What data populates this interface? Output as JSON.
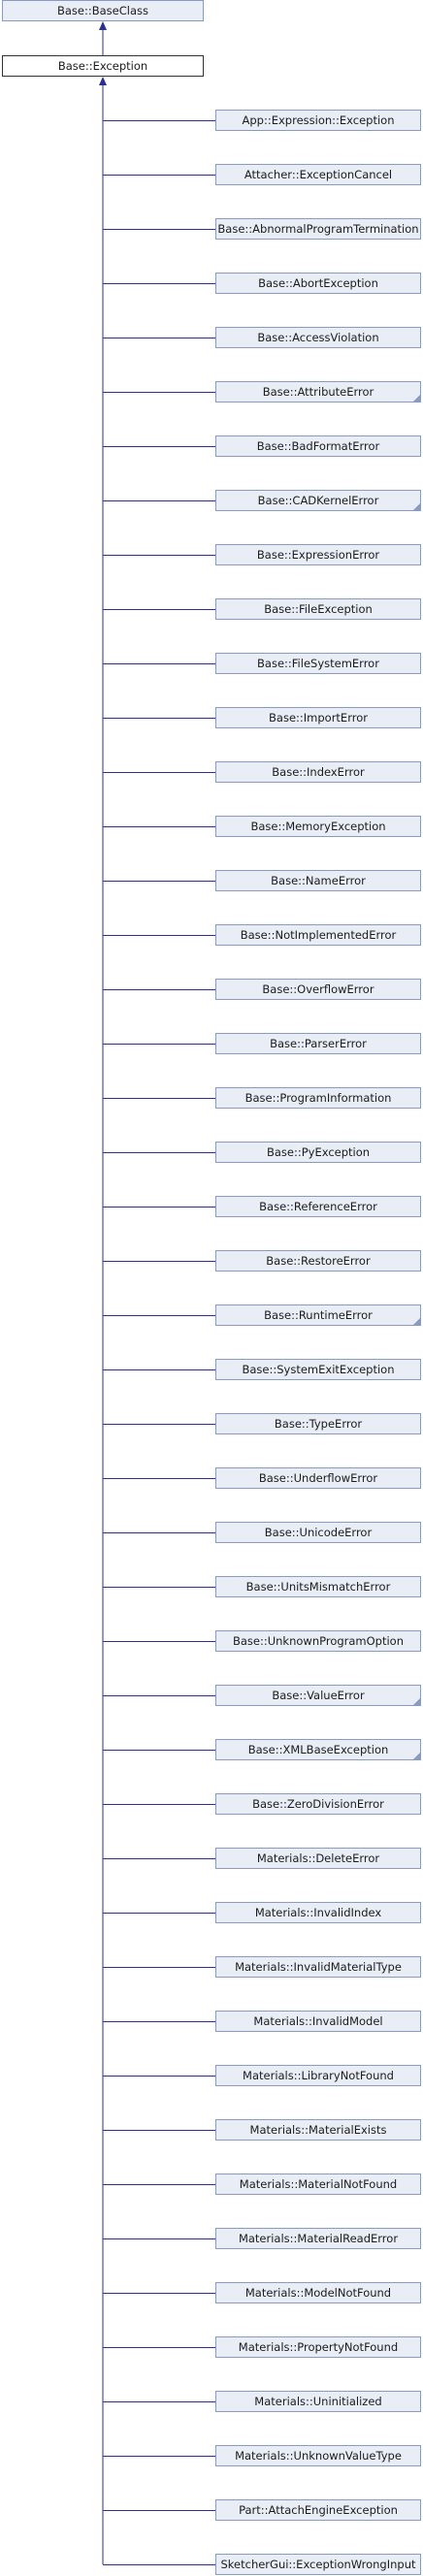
{
  "diagram": {
    "base_class": "Base::BaseClass",
    "root_class": "Base::Exception",
    "colors": {
      "edge": "#2b2f8e",
      "node_fill": "#e9edf6",
      "node_border": "#8a9ac6",
      "root_border": "#333333"
    },
    "children": [
      {
        "label": "App::Expression::Exception",
        "has_subclasses": false
      },
      {
        "label": "Attacher::ExceptionCancel",
        "has_subclasses": false
      },
      {
        "label": "Base::AbnormalProgramTermination",
        "has_subclasses": false
      },
      {
        "label": "Base::AbortException",
        "has_subclasses": false
      },
      {
        "label": "Base::AccessViolation",
        "has_subclasses": false
      },
      {
        "label": "Base::AttributeError",
        "has_subclasses": true
      },
      {
        "label": "Base::BadFormatError",
        "has_subclasses": false
      },
      {
        "label": "Base::CADKernelError",
        "has_subclasses": true
      },
      {
        "label": "Base::ExpressionError",
        "has_subclasses": false
      },
      {
        "label": "Base::FileException",
        "has_subclasses": false
      },
      {
        "label": "Base::FileSystemError",
        "has_subclasses": false
      },
      {
        "label": "Base::ImportError",
        "has_subclasses": false
      },
      {
        "label": "Base::IndexError",
        "has_subclasses": false
      },
      {
        "label": "Base::MemoryException",
        "has_subclasses": false
      },
      {
        "label": "Base::NameError",
        "has_subclasses": false
      },
      {
        "label": "Base::NotImplementedError",
        "has_subclasses": false
      },
      {
        "label": "Base::OverflowError",
        "has_subclasses": false
      },
      {
        "label": "Base::ParserError",
        "has_subclasses": false
      },
      {
        "label": "Base::ProgramInformation",
        "has_subclasses": false
      },
      {
        "label": "Base::PyException",
        "has_subclasses": false
      },
      {
        "label": "Base::ReferenceError",
        "has_subclasses": false
      },
      {
        "label": "Base::RestoreError",
        "has_subclasses": false
      },
      {
        "label": "Base::RuntimeError",
        "has_subclasses": true
      },
      {
        "label": "Base::SystemExitException",
        "has_subclasses": false
      },
      {
        "label": "Base::TypeError",
        "has_subclasses": false
      },
      {
        "label": "Base::UnderflowError",
        "has_subclasses": false
      },
      {
        "label": "Base::UnicodeError",
        "has_subclasses": false
      },
      {
        "label": "Base::UnitsMismatchError",
        "has_subclasses": false
      },
      {
        "label": "Base::UnknownProgramOption",
        "has_subclasses": false
      },
      {
        "label": "Base::ValueError",
        "has_subclasses": true
      },
      {
        "label": "Base::XMLBaseException",
        "has_subclasses": true
      },
      {
        "label": "Base::ZeroDivisionError",
        "has_subclasses": false
      },
      {
        "label": "Materials::DeleteError",
        "has_subclasses": false
      },
      {
        "label": "Materials::InvalidIndex",
        "has_subclasses": false
      },
      {
        "label": "Materials::InvalidMaterialType",
        "has_subclasses": false
      },
      {
        "label": "Materials::InvalidModel",
        "has_subclasses": false
      },
      {
        "label": "Materials::LibraryNotFound",
        "has_subclasses": false
      },
      {
        "label": "Materials::MaterialExists",
        "has_subclasses": false
      },
      {
        "label": "Materials::MaterialNotFound",
        "has_subclasses": false
      },
      {
        "label": "Materials::MaterialReadError",
        "has_subclasses": false
      },
      {
        "label": "Materials::ModelNotFound",
        "has_subclasses": false
      },
      {
        "label": "Materials::PropertyNotFound",
        "has_subclasses": false
      },
      {
        "label": "Materials::Uninitialized",
        "has_subclasses": false
      },
      {
        "label": "Materials::UnknownValueType",
        "has_subclasses": false
      },
      {
        "label": "Part::AttachEngineException",
        "has_subclasses": false
      },
      {
        "label": "SketcherGui::ExceptionWrongInput",
        "has_subclasses": false
      }
    ]
  }
}
